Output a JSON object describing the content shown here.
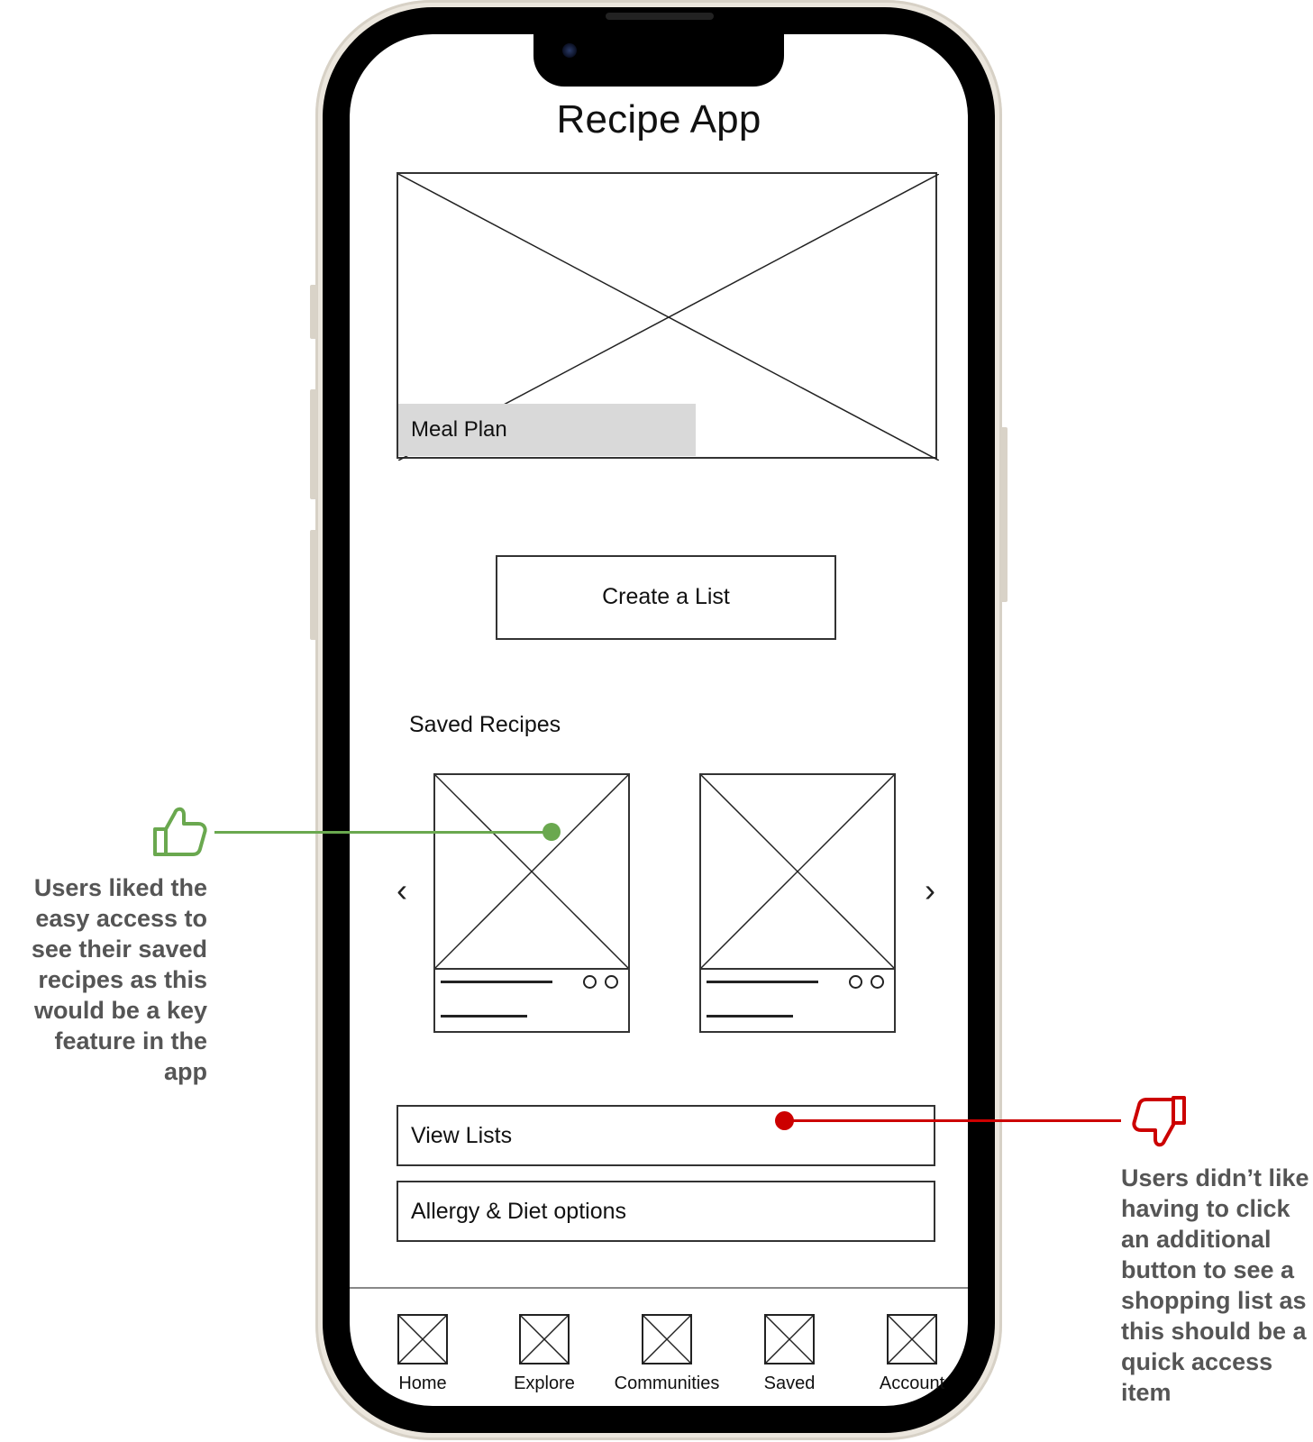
{
  "app": {
    "title": "Recipe App"
  },
  "hero": {
    "label": "Meal Plan"
  },
  "actions": {
    "create_list": "Create a List"
  },
  "saved_recipes": {
    "heading": "Saved Recipes",
    "prev_icon": "chevron-left-icon",
    "next_icon": "chevron-right-icon",
    "prev_glyph": "‹",
    "next_glyph": "›"
  },
  "menu": {
    "view_lists": "View Lists",
    "allergy_diet": "Allergy & Diet options"
  },
  "tabbar": {
    "tabs": [
      {
        "label": "Home",
        "icon": "image-placeholder-icon"
      },
      {
        "label": "Explore",
        "icon": "image-placeholder-icon"
      },
      {
        "label": "Communities",
        "icon": "image-placeholder-icon"
      },
      {
        "label": "Saved",
        "icon": "image-placeholder-icon"
      },
      {
        "label": "Account",
        "icon": "image-placeholder-icon"
      }
    ]
  },
  "annotations": {
    "positive": {
      "icon": "thumbs-up-icon",
      "color": "#6aa84f",
      "lines": [
        "Users liked the",
        "easy access to",
        "see their saved",
        "recipes as this",
        "would be a key",
        "feature in the",
        "app"
      ]
    },
    "negative": {
      "icon": "thumbs-down-icon",
      "color": "#cc0000",
      "lines": [
        "Users didn’t like",
        "having to click",
        "an additional",
        "button to see a",
        "shopping list as",
        "this should be a",
        "quick access",
        "item"
      ]
    }
  }
}
